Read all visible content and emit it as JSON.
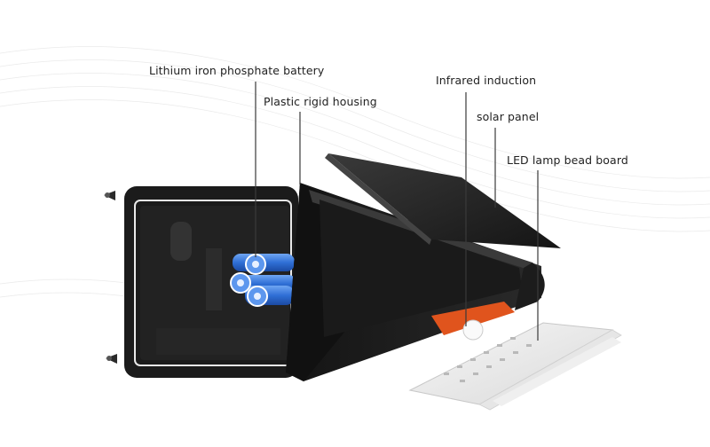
{
  "labels": {
    "battery": "Lithium iron phosphate battery",
    "housing": "Plastic rigid housing",
    "infrared": "Infrared induction",
    "solar": "solar panel",
    "led": "LED lamp bead board"
  },
  "colors": {
    "housing": "#1e1e1e",
    "solar_panel": "#262626",
    "battery": "#2f6fd6",
    "sensor": "#e0541d",
    "leader_line": "#3a3a3a"
  }
}
